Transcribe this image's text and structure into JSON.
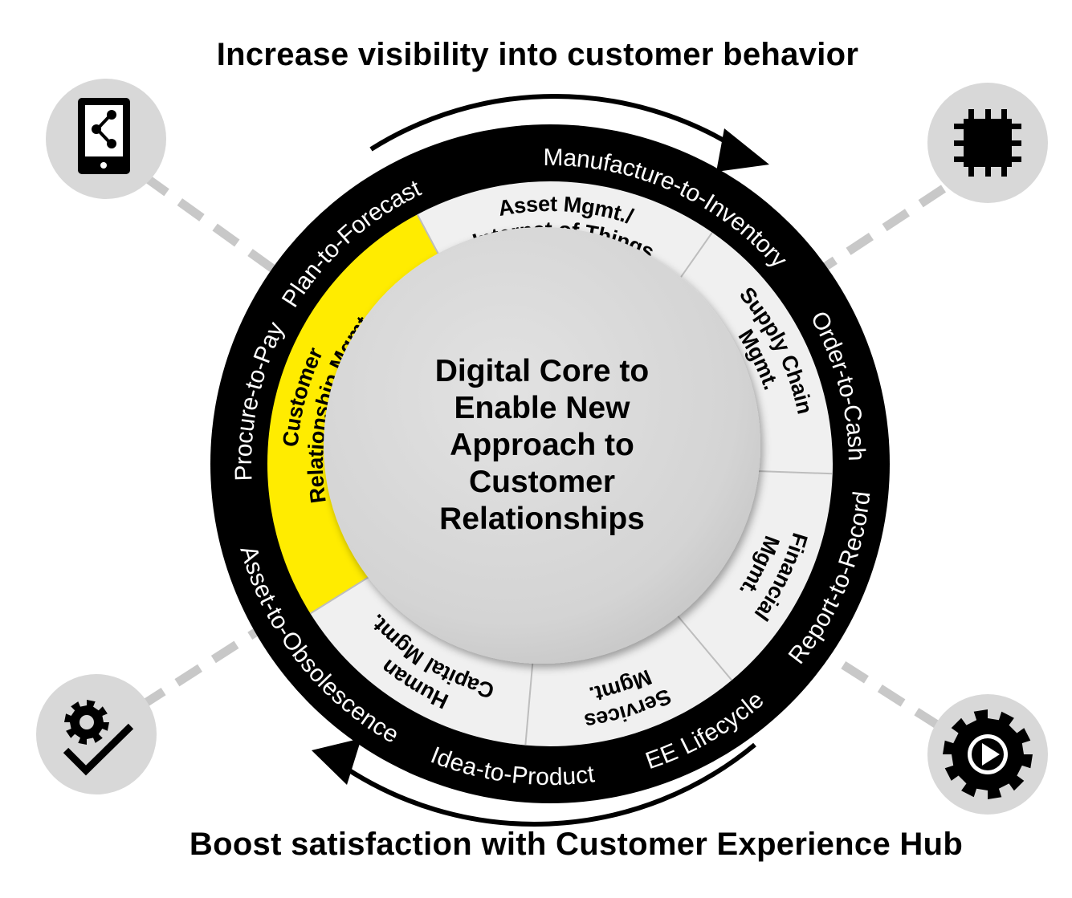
{
  "headings": {
    "top": "Increase visibility into customer behavior",
    "bottom": "Boost satisfaction with Customer Experience Hub"
  },
  "core": {
    "lines": [
      "Digital Core to",
      "Enable New",
      "Approach to",
      "Customer",
      "Relationships"
    ]
  },
  "processes": [
    "Plan-to-Forecast",
    "Manufacture-to-Inventory",
    "Order-to-Cash",
    "Report-to-Record",
    "EE Lifecycle",
    "Idea-to-Product",
    "Asset-to-Obsolescence",
    "Procure-to-Pay"
  ],
  "segments": [
    {
      "lines": [
        "Asset Mgmt./",
        "Internet of Things"
      ],
      "highlighted": false
    },
    {
      "lines": [
        "Supply Chain",
        "Mgmt."
      ],
      "highlighted": false
    },
    {
      "lines": [
        "Financial",
        "Mgmt."
      ],
      "highlighted": false
    },
    {
      "lines": [
        "Services",
        "Mgmt."
      ],
      "highlighted": false
    },
    {
      "lines": [
        "Human",
        "Capital Mgmt."
      ],
      "highlighted": false
    },
    {
      "lines": [
        "Customer",
        "Relationship Mgmt."
      ],
      "highlighted": true
    }
  ],
  "icons": [
    {
      "name": "mobile-share-icon"
    },
    {
      "name": "chip-icon"
    },
    {
      "name": "gear-check-icon"
    },
    {
      "name": "gear-play-icon"
    }
  ],
  "colors": {
    "ring": "#000000",
    "highlight": "#ffec00",
    "segment": "#f0f0f0",
    "core": "#d6d6d6",
    "icon_bg": "#d8d8d8",
    "connector": "#c8c8c8"
  }
}
